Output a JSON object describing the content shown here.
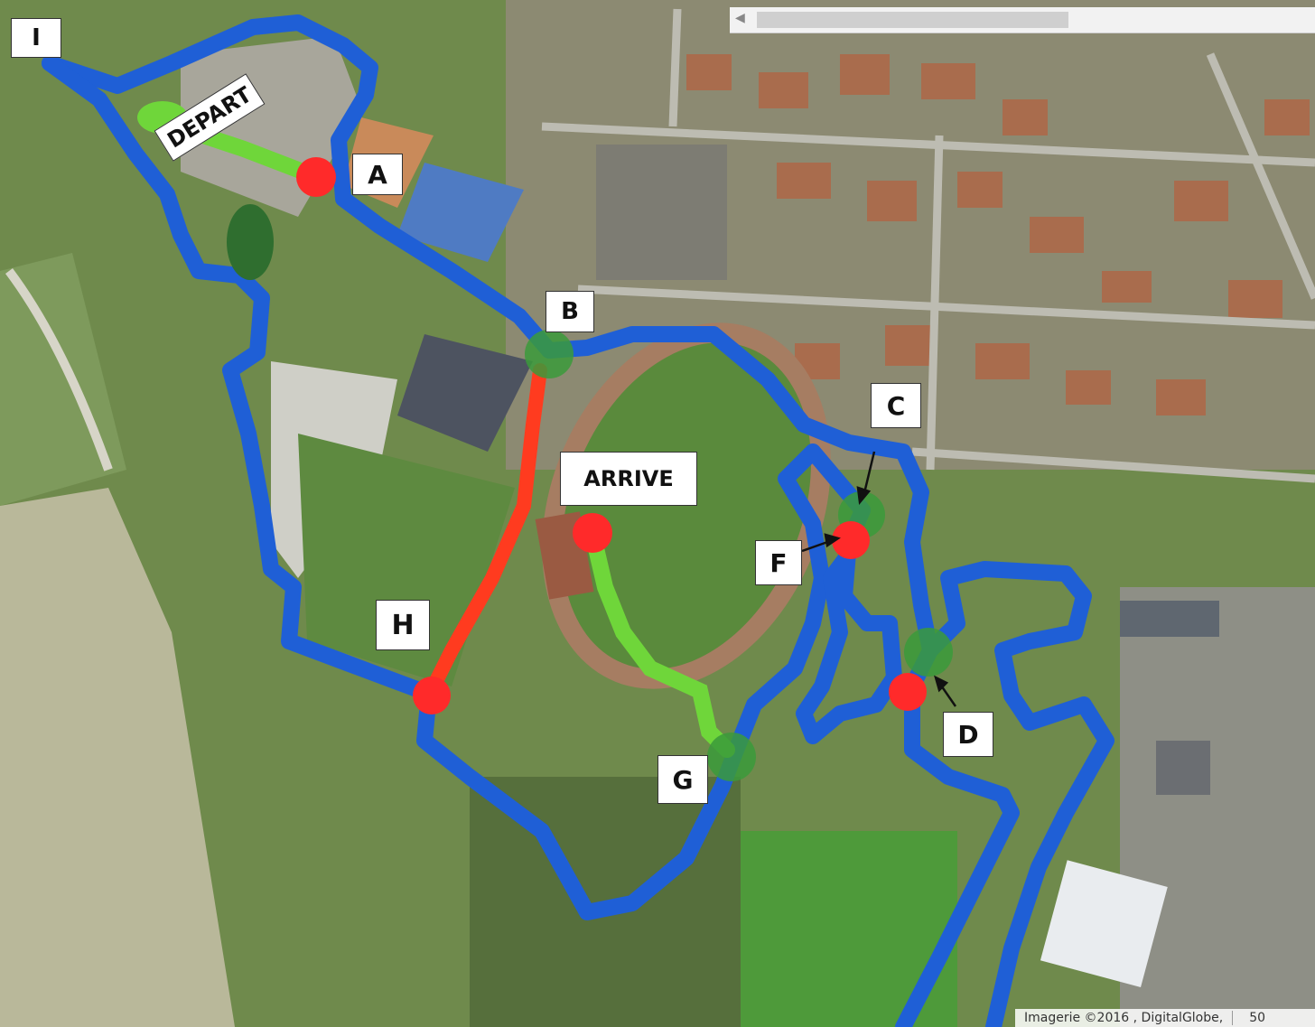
{
  "labels": {
    "I": "I",
    "depart": "DEPART",
    "A": "A",
    "B": "B",
    "C": "C",
    "arrive": "ARRIVE",
    "F": "F",
    "H": "H",
    "D": "D",
    "G": "G"
  },
  "attribution": {
    "text": "Imagerie ©2016 , DigitalGlobe,",
    "scale": "50"
  },
  "colors": {
    "course_blue": "#1f5fd6",
    "start_green": "#6fd63a",
    "finish_red": "#ff3b1f",
    "marker_red": "#ff2a2a",
    "zone_green": "#2f9a2f"
  },
  "icons": {
    "scroll_left": "chevron-left-icon"
  }
}
